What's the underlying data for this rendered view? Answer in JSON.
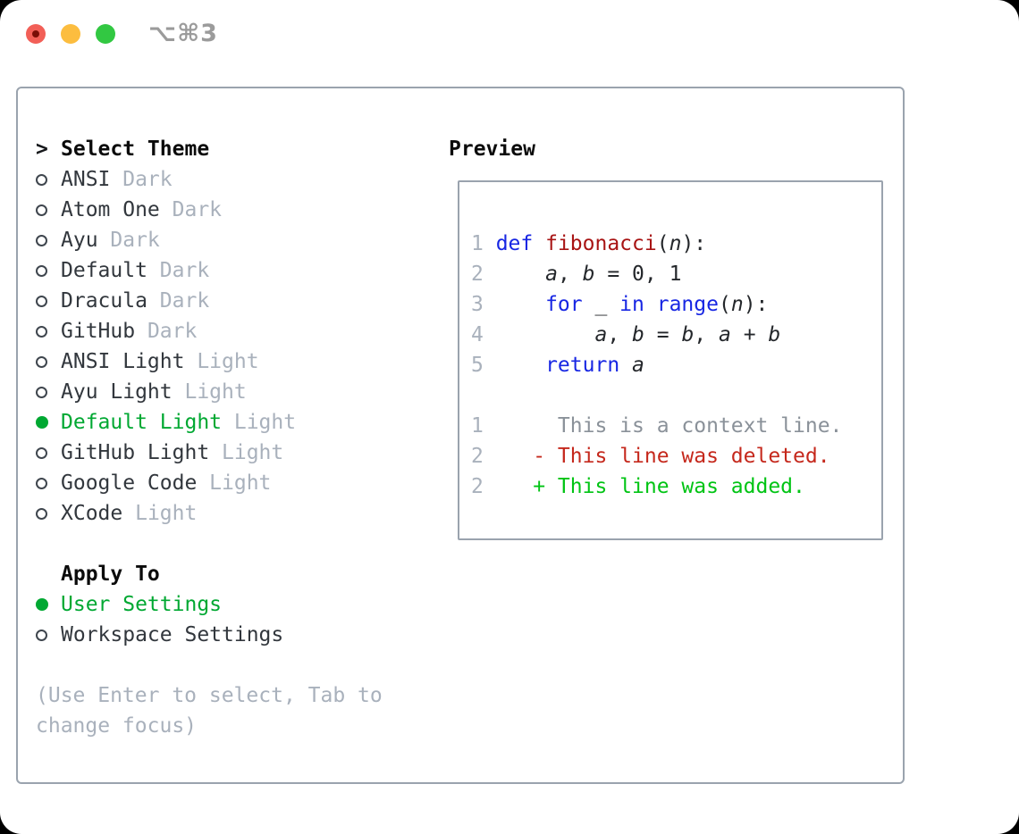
{
  "window": {
    "title": "⌥⌘3"
  },
  "traffic_lights": [
    {
      "name": "close-button",
      "color": "#f25f57"
    },
    {
      "name": "minimize-button",
      "color": "#fcbd3f"
    },
    {
      "name": "zoom-button",
      "color": "#32c842"
    }
  ],
  "colors": {
    "selected_green": "#00a832",
    "added_green": "#00c414",
    "deleted_red": "#c5281c",
    "keyword_blue": "#1726e3",
    "function_red": "#a81414",
    "code_fg": "#24272b",
    "context_gray": "#8a9199",
    "line_number_gray": "#a9b1bc",
    "muted_gray": "#a9b1bc",
    "name_dark": "#32373d",
    "border_gray": "#9aa3ae"
  },
  "select_theme": {
    "prompt": ">",
    "label": "Select Theme",
    "themes": [
      {
        "name": "ANSI",
        "variant": "Dark",
        "selected": false
      },
      {
        "name": "Atom One",
        "variant": "Dark",
        "selected": false
      },
      {
        "name": "Ayu",
        "variant": "Dark",
        "selected": false
      },
      {
        "name": "Default",
        "variant": "Dark",
        "selected": false
      },
      {
        "name": "Dracula",
        "variant": "Dark",
        "selected": false
      },
      {
        "name": "GitHub",
        "variant": "Dark",
        "selected": false
      },
      {
        "name": "ANSI Light",
        "variant": "Light",
        "selected": false
      },
      {
        "name": "Ayu Light",
        "variant": "Light",
        "selected": false
      },
      {
        "name": "Default Light",
        "variant": "Light",
        "selected": true
      },
      {
        "name": "GitHub Light",
        "variant": "Light",
        "selected": false
      },
      {
        "name": "Google Code",
        "variant": "Light",
        "selected": false
      },
      {
        "name": "XCode",
        "variant": "Light",
        "selected": false
      }
    ]
  },
  "apply_to": {
    "label": "Apply To",
    "options": [
      {
        "label": "User Settings",
        "selected": true
      },
      {
        "label": "Workspace Settings",
        "selected": false
      }
    ]
  },
  "hint": "(Use Enter to select, Tab to change focus)",
  "preview": {
    "label": "Preview",
    "lines": [
      {
        "num": "1",
        "segments": [
          {
            "t": "def",
            "c": "keyword_blue"
          },
          {
            "t": " ",
            "c": "code_fg"
          },
          {
            "t": "fibonacci",
            "c": "function_red"
          },
          {
            "t": "(",
            "c": "code_fg"
          },
          {
            "t": "n",
            "c": "code_fg",
            "i": true
          },
          {
            "t": "):",
            "c": "code_fg"
          }
        ]
      },
      {
        "num": "2",
        "segments": [
          {
            "t": "    ",
            "c": "code_fg"
          },
          {
            "t": "a",
            "c": "code_fg",
            "i": true
          },
          {
            "t": ", ",
            "c": "code_fg"
          },
          {
            "t": "b",
            "c": "code_fg",
            "i": true
          },
          {
            "t": " = 0, 1",
            "c": "code_fg"
          }
        ]
      },
      {
        "num": "3",
        "segments": [
          {
            "t": "    ",
            "c": "code_fg"
          },
          {
            "t": "for",
            "c": "keyword_blue"
          },
          {
            "t": " _ ",
            "c": "code_fg"
          },
          {
            "t": "in",
            "c": "keyword_blue"
          },
          {
            "t": " ",
            "c": "code_fg"
          },
          {
            "t": "range",
            "c": "keyword_blue"
          },
          {
            "t": "(",
            "c": "code_fg"
          },
          {
            "t": "n",
            "c": "code_fg",
            "i": true
          },
          {
            "t": "):",
            "c": "code_fg"
          }
        ]
      },
      {
        "num": "4",
        "segments": [
          {
            "t": "        ",
            "c": "code_fg"
          },
          {
            "t": "a",
            "c": "code_fg",
            "i": true
          },
          {
            "t": ", ",
            "c": "code_fg"
          },
          {
            "t": "b",
            "c": "code_fg",
            "i": true
          },
          {
            "t": " = ",
            "c": "code_fg"
          },
          {
            "t": "b",
            "c": "code_fg",
            "i": true
          },
          {
            "t": ", ",
            "c": "code_fg"
          },
          {
            "t": "a",
            "c": "code_fg",
            "i": true
          },
          {
            "t": " + ",
            "c": "code_fg"
          },
          {
            "t": "b",
            "c": "code_fg",
            "i": true
          }
        ]
      },
      {
        "num": "5",
        "segments": [
          {
            "t": "    ",
            "c": "code_fg"
          },
          {
            "t": "return",
            "c": "keyword_blue"
          },
          {
            "t": " ",
            "c": "code_fg"
          },
          {
            "t": "a",
            "c": "code_fg",
            "i": true
          }
        ]
      },
      {
        "num": "",
        "segments": []
      },
      {
        "num": "1",
        "segments": [
          {
            "t": "     This is a context line.",
            "c": "context_gray"
          }
        ]
      },
      {
        "num": "2",
        "segments": [
          {
            "t": "   ",
            "c": "code_fg"
          },
          {
            "t": "- This line was deleted.",
            "c": "deleted_red"
          }
        ]
      },
      {
        "num": "2",
        "segments": [
          {
            "t": "   ",
            "c": "code_fg"
          },
          {
            "t": "+ This line was added.",
            "c": "added_green"
          }
        ]
      }
    ]
  }
}
